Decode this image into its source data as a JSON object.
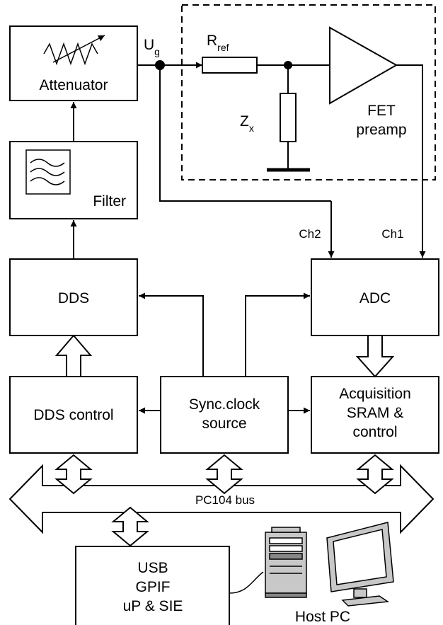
{
  "labels": {
    "attenuator": "Attenuator",
    "filter": "Filter",
    "dds": "DDS",
    "dds_control": "DDS control",
    "sync_line1": "Sync.clock",
    "sync_line2": "source",
    "adc": "ADC",
    "acq_line1": "Acquisition",
    "acq_line2": "SRAM &",
    "acq_line3": "control",
    "usb_line1": "USB",
    "usb_line2": "GPIF",
    "usb_line3": "uP & SIE",
    "host_pc": "Host PC",
    "bus": "PC104 bus",
    "ug_main": "U",
    "ug_sub": "g",
    "rref_main": "R",
    "rref_sub": "ref",
    "zx_main": "Z",
    "zx_sub": "x",
    "fet_line1": "FET",
    "fet_line2": "preamp",
    "ch1": "Ch1",
    "ch2": "Ch2"
  },
  "icons": {
    "attenuator": "variable-attenuator-symbol",
    "filter": "filter-waves-symbol",
    "amplifier": "amplifier-triangle",
    "resistor": "resistor",
    "ground": "ground-symbol",
    "tower": "pc-tower-icon",
    "monitor": "monitor-icon"
  },
  "colors": {
    "line": "#000000",
    "background": "#ffffff",
    "pc_gray": "#c8c8c8"
  }
}
